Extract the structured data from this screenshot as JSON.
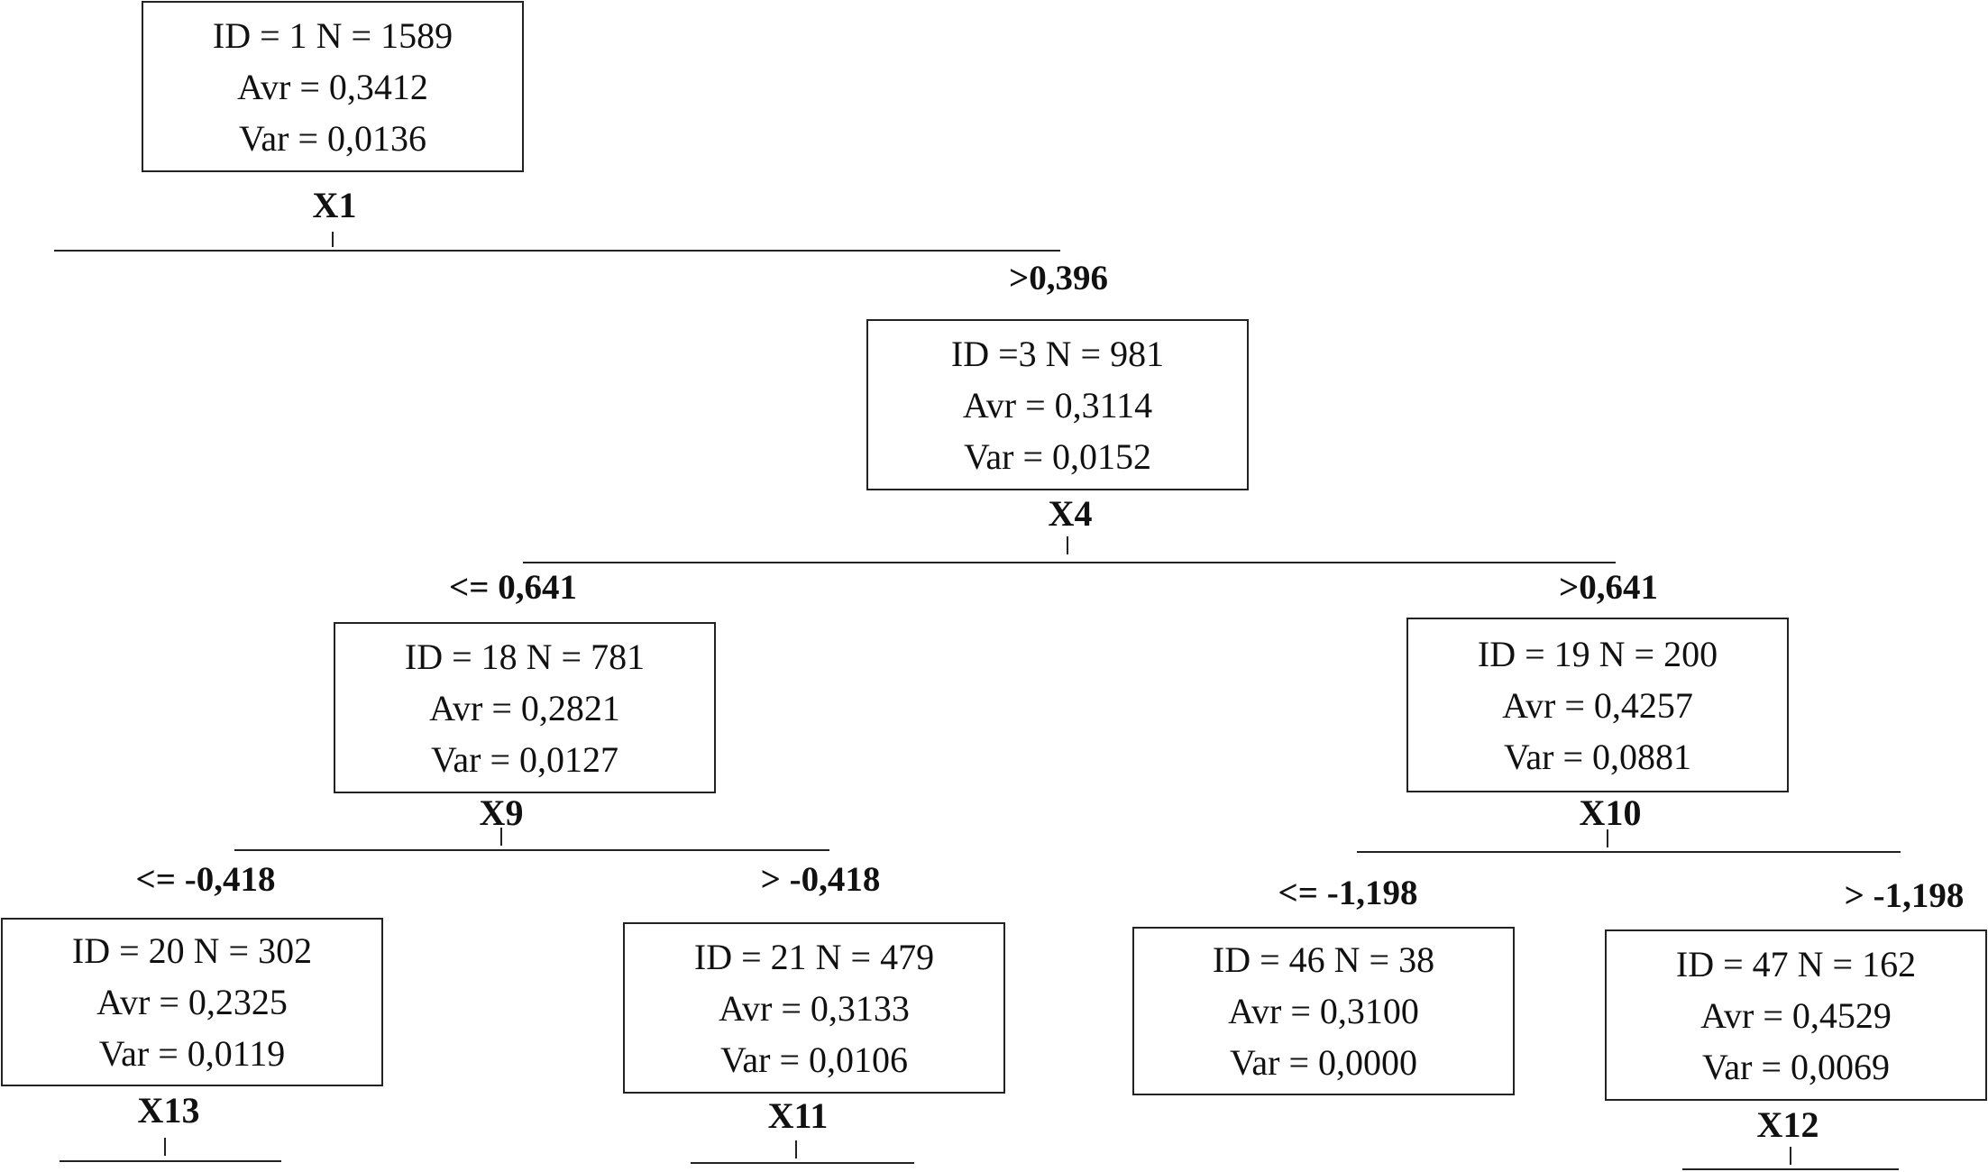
{
  "nodes": [
    {
      "id": "1",
      "line1": "ID = 1 N = 1589",
      "line2": "Avr = 0,3412",
      "line3": "Var = 0,0136"
    },
    {
      "id": "3",
      "line1": "ID =3 N = 981",
      "line2": "Avr = 0,3114",
      "line3": "Var = 0,0152"
    },
    {
      "id": "18",
      "line1": "ID = 18 N = 781",
      "line2": "Avr = 0,2821",
      "line3": "Var = 0,0127"
    },
    {
      "id": "19",
      "line1": "ID = 19 N = 200",
      "line2": "Avr = 0,4257",
      "line3": "Var = 0,0881"
    },
    {
      "id": "20",
      "line1": "ID = 20 N = 302",
      "line2": "Avr = 0,2325",
      "line3": "Var = 0,0119"
    },
    {
      "id": "21",
      "line1": "ID = 21 N = 479",
      "line2": "Avr = 0,3133",
      "line3": "Var = 0,0106"
    },
    {
      "id": "46",
      "line1": "ID = 46 N = 38",
      "line2": "Avr = 0,3100",
      "line3": "Var = 0,0000"
    },
    {
      "id": "47",
      "line1": "ID = 47 N = 162",
      "line2": "Avr = 0,4529",
      "line3": "Var = 0,0069"
    }
  ],
  "split_vars": {
    "n1": "X1",
    "n3": "X4",
    "n18": "X9",
    "n19": "X10",
    "n20": "X13",
    "n21": "X11",
    "n47": "X12"
  },
  "conditions": {
    "n1_right": ">0,396",
    "n3_left": "<= 0,641",
    "n3_right": ">0,641",
    "n18_left": "<= -0,418",
    "n18_right": "> -0,418",
    "n19_left": "<= -1,198",
    "n19_right": "> -1,198"
  }
}
